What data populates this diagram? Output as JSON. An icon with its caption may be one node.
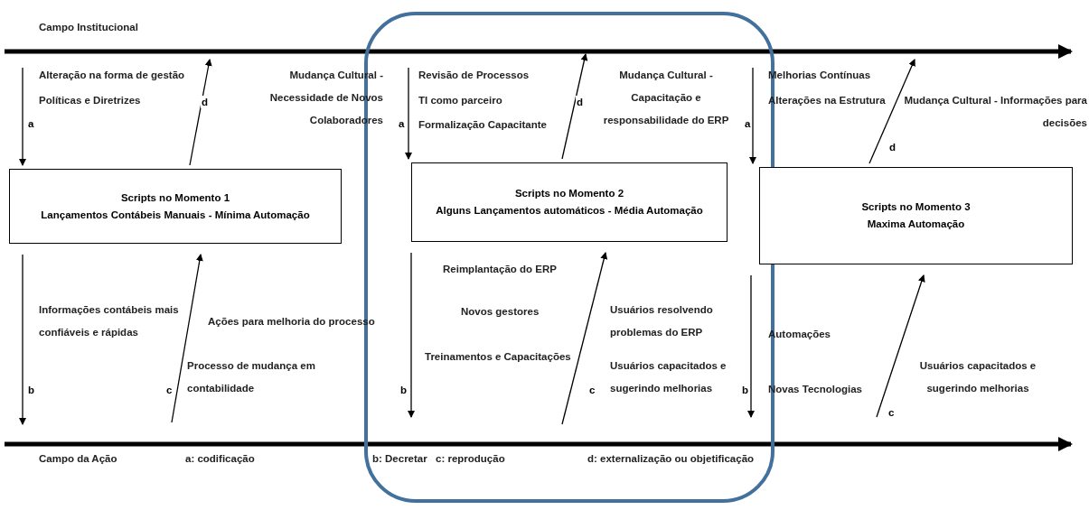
{
  "diagram": {
    "nodes": [
      {
        "text": [
          "Scripts no Momento 1",
          "Lançamentos Contábeis Manuais - Mínima Automação"
        ]
      },
      {
        "text": [
          "Scripts no Momento 2",
          "Alguns Lançamentos automáticos - Média Automação"
        ]
      },
      {
        "text": [
          "Scripts no Momento 3",
          "Maxima Automação"
        ]
      }
    ],
    "edges": [
      {
        "from": null,
        "to": 0,
        "arrow": "to",
        "label": "a"
      },
      {
        "from": 0,
        "to": null,
        "arrow": "to",
        "label": "d"
      },
      {
        "from": null,
        "to": 1,
        "arrow": "to",
        "label": "a"
      },
      {
        "from": 1,
        "to": null,
        "arrow": "to",
        "label": "d"
      },
      {
        "from": null,
        "to": 2,
        "arrow": "to",
        "label": "a"
      },
      {
        "from": 2,
        "to": null,
        "arrow": "to",
        "label": "d"
      },
      {
        "from": 0,
        "to": null,
        "arrow": "to",
        "label": "b"
      },
      {
        "from": null,
        "to": 0,
        "arrow": "to",
        "label": "c"
      },
      {
        "from": 1,
        "to": null,
        "arrow": "to",
        "label": "b"
      },
      {
        "from": null,
        "to": 1,
        "arrow": "to",
        "label": "c"
      },
      {
        "from": 2,
        "to": null,
        "arrow": "to",
        "label": "b"
      },
      {
        "from": null,
        "to": 2,
        "arrow": "to",
        "label": "c"
      }
    ],
    "labels": [
      "Campo Institucional",
      "Alteração na forma de gestão",
      "Políticas e Diretrizes",
      "Mudança Cultural - Necessidade de Novos Colaboradores",
      "Revisão de Processos",
      "TI como parceiro",
      "Formalização Capacitante",
      "Mudança Cultural - Capacitação e responsabilidade do ERP",
      "Melhorias Contínuas",
      "Alterações na Estrutura",
      "Mudança Cultural - Informações para decisões",
      "Informações contábeis mais confiáveis e rápidas",
      "Ações para melhoria do processo",
      "Processo de mudança em contabilidade",
      "Reimplantação do ERP",
      "Novos gestores",
      "Treinamentos e Capacitações",
      "Usuários resolvendo problemas do ERP",
      "Usuários capacitados e sugerindo melhorias",
      "Automações",
      "Novas Tecnologias",
      "Usuários capacitados e sugerindo melhorias",
      "Campo da Ação",
      "a: codificação",
      "b: Decretar",
      "c: reprodução",
      "d: externalização ou objetificação"
    ]
  }
}
